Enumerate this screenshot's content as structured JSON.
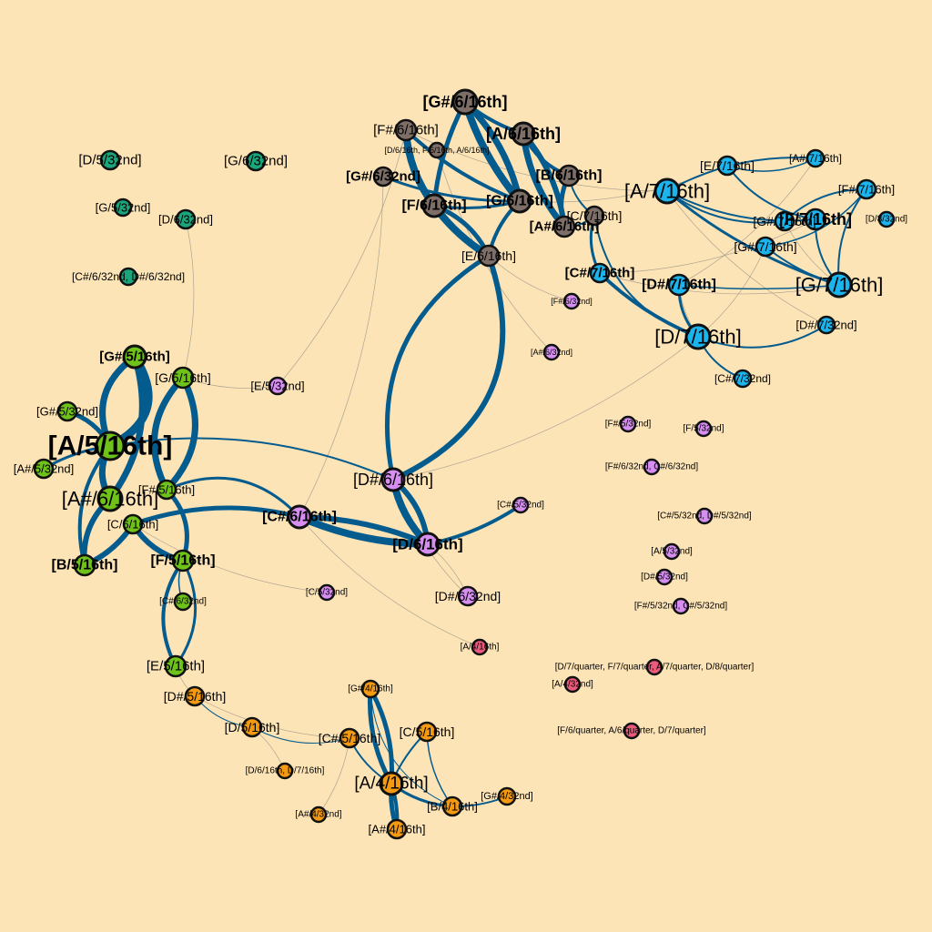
{
  "clusters": {
    "green": "#6fc21a",
    "grey": "#7d6f68",
    "cyan": "#1bb4ec",
    "violet": "#d68ff0",
    "teal": "#1aa57a",
    "orange": "#f39a12",
    "pink": "#ea5b7b"
  },
  "edge_color": "#045b8e",
  "background": "#fde4b6",
  "nodes": [
    {
      "id": "g1",
      "label": "[A/5/16th]",
      "cluster": "green"
    },
    {
      "id": "g2",
      "label": "[A#/6/16th]",
      "cluster": "green"
    },
    {
      "id": "g3",
      "label": "[G#/5/16th]",
      "cluster": "green"
    },
    {
      "id": "g4",
      "label": "[G/5/16th]",
      "cluster": "green"
    },
    {
      "id": "g5",
      "label": "[G#/5/32nd]",
      "cluster": "green"
    },
    {
      "id": "g6",
      "label": "[A#/5/32nd]",
      "cluster": "green"
    },
    {
      "id": "g7",
      "label": "[F#/5/16th]",
      "cluster": "green"
    },
    {
      "id": "g8",
      "label": "[C/6/16th]",
      "cluster": "green"
    },
    {
      "id": "g9",
      "label": "[B/5/16th]",
      "cluster": "green"
    },
    {
      "id": "g10",
      "label": "[F/5/16th]",
      "cluster": "green"
    },
    {
      "id": "g11",
      "label": "[C#/6/32nd]",
      "cluster": "green"
    },
    {
      "id": "g12",
      "label": "[E/5/16th]",
      "cluster": "green"
    },
    {
      "id": "r1",
      "label": "[G#/6/16th]",
      "cluster": "grey"
    },
    {
      "id": "r2",
      "label": "[F#/6/16th]",
      "cluster": "grey"
    },
    {
      "id": "r3",
      "label": "[A/6/16th]",
      "cluster": "grey"
    },
    {
      "id": "r4",
      "label": "[D/6/16th, F/6/16th, A/6/16th]",
      "cluster": "grey"
    },
    {
      "id": "r5",
      "label": "[G#/6/32nd]",
      "cluster": "grey"
    },
    {
      "id": "r6",
      "label": "[B/6/16th]",
      "cluster": "grey"
    },
    {
      "id": "r7",
      "label": "[F/6/16th]",
      "cluster": "grey"
    },
    {
      "id": "r8",
      "label": "[G/6/16th]",
      "cluster": "grey"
    },
    {
      "id": "r9",
      "label": "[A#/6/16th]",
      "cluster": "grey"
    },
    {
      "id": "r10",
      "label": "[C/7/16th]",
      "cluster": "grey"
    },
    {
      "id": "r11",
      "label": "[E/6/16th]",
      "cluster": "grey"
    },
    {
      "id": "c1",
      "label": "[A/7/16th]",
      "cluster": "cyan"
    },
    {
      "id": "c2",
      "label": "[E/7/16th]",
      "cluster": "cyan"
    },
    {
      "id": "c3",
      "label": "[A#/7/16th]",
      "cluster": "cyan"
    },
    {
      "id": "c4",
      "label": "[F#/7/16th]",
      "cluster": "cyan"
    },
    {
      "id": "c5",
      "label": "[G#/7/16th]",
      "cluster": "cyan"
    },
    {
      "id": "c6",
      "label": "[F/7/16th]",
      "cluster": "cyan"
    },
    {
      "id": "c7",
      "label": "[D/8/32nd]",
      "cluster": "cyan"
    },
    {
      "id": "c8",
      "label": "[G#/7/16th]",
      "cluster": "cyan"
    },
    {
      "id": "c9",
      "label": "[G/7/16th]",
      "cluster": "cyan"
    },
    {
      "id": "c10",
      "label": "[C#/7/16th]",
      "cluster": "cyan"
    },
    {
      "id": "c11",
      "label": "[D#/7/16th]",
      "cluster": "cyan"
    },
    {
      "id": "c12",
      "label": "[D/7/16th]",
      "cluster": "cyan"
    },
    {
      "id": "c13",
      "label": "[D#/7/32nd]",
      "cluster": "cyan"
    },
    {
      "id": "c14",
      "label": "[C#/7/32nd]",
      "cluster": "cyan"
    },
    {
      "id": "t1",
      "label": "[D/5/32nd]",
      "cluster": "teal"
    },
    {
      "id": "t2",
      "label": "[G/6/32nd]",
      "cluster": "teal"
    },
    {
      "id": "t3",
      "label": "[G/5/32nd]",
      "cluster": "teal"
    },
    {
      "id": "t4",
      "label": "[D/6/32nd]",
      "cluster": "teal"
    },
    {
      "id": "t5",
      "label": "[C#/6/32nd, D#/6/32nd]",
      "cluster": "teal"
    },
    {
      "id": "v1",
      "label": "[D#/6/16th]",
      "cluster": "violet"
    },
    {
      "id": "v2",
      "label": "[D/6/16th]",
      "cluster": "violet"
    },
    {
      "id": "v3",
      "label": "[C#/6/16th]",
      "cluster": "violet"
    },
    {
      "id": "v4",
      "label": "[E/5/32nd]",
      "cluster": "violet"
    },
    {
      "id": "v5",
      "label": "[F#/6/32nd]",
      "cluster": "violet"
    },
    {
      "id": "v6",
      "label": "[A#/6/32nd]",
      "cluster": "violet"
    },
    {
      "id": "v7",
      "label": "[F#/5/32nd]",
      "cluster": "violet"
    },
    {
      "id": "v8",
      "label": "[F/5/32nd]",
      "cluster": "violet"
    },
    {
      "id": "v9",
      "label": "[F#/6/32nd, C#/6/32nd]",
      "cluster": "violet"
    },
    {
      "id": "v10",
      "label": "[C#/5/32nd]",
      "cluster": "violet"
    },
    {
      "id": "v11",
      "label": "[C#/5/32nd, D#/5/32nd]",
      "cluster": "violet"
    },
    {
      "id": "v12",
      "label": "[A/5/32nd]",
      "cluster": "violet"
    },
    {
      "id": "v13",
      "label": "[D#/5/32nd]",
      "cluster": "violet"
    },
    {
      "id": "v14",
      "label": "[F#/5/32nd, C#/5/32nd]",
      "cluster": "violet"
    },
    {
      "id": "v15",
      "label": "[C/5/32nd]",
      "cluster": "violet"
    },
    {
      "id": "v16",
      "label": "[D#/6/32nd]",
      "cluster": "violet"
    },
    {
      "id": "p1",
      "label": "[A/4/16th]",
      "cluster": "pink"
    },
    {
      "id": "p2",
      "label": "[D/7/quarter, F/7/quarter, A/7/quarter, D/8/quarter]",
      "cluster": "pink"
    },
    {
      "id": "p3",
      "label": "[A/4/32nd]",
      "cluster": "pink"
    },
    {
      "id": "p4",
      "label": "[F/6/quarter, A/6/quarter, D/7/quarter]",
      "cluster": "pink"
    },
    {
      "id": "o1",
      "label": "[D#/5/16th]",
      "cluster": "orange"
    },
    {
      "id": "o2",
      "label": "[G#/4/16th]",
      "cluster": "orange"
    },
    {
      "id": "o3",
      "label": "[D/5/16th]",
      "cluster": "orange"
    },
    {
      "id": "o4",
      "label": "[C#/5/16th]",
      "cluster": "orange"
    },
    {
      "id": "o5",
      "label": "[C/5/16th]",
      "cluster": "orange"
    },
    {
      "id": "o6",
      "label": "[D/6/16th, D/7/16th]",
      "cluster": "orange"
    },
    {
      "id": "o7",
      "label": "[A/4/16th]",
      "cluster": "orange"
    },
    {
      "id": "o8",
      "label": "[G#/4/32nd]",
      "cluster": "orange"
    },
    {
      "id": "o9",
      "label": "[B/4/16th]",
      "cluster": "orange"
    },
    {
      "id": "o10",
      "label": "[A#/4/32nd]",
      "cluster": "orange"
    },
    {
      "id": "o11",
      "label": "[A#/4/16th]",
      "cluster": "orange"
    }
  ]
}
